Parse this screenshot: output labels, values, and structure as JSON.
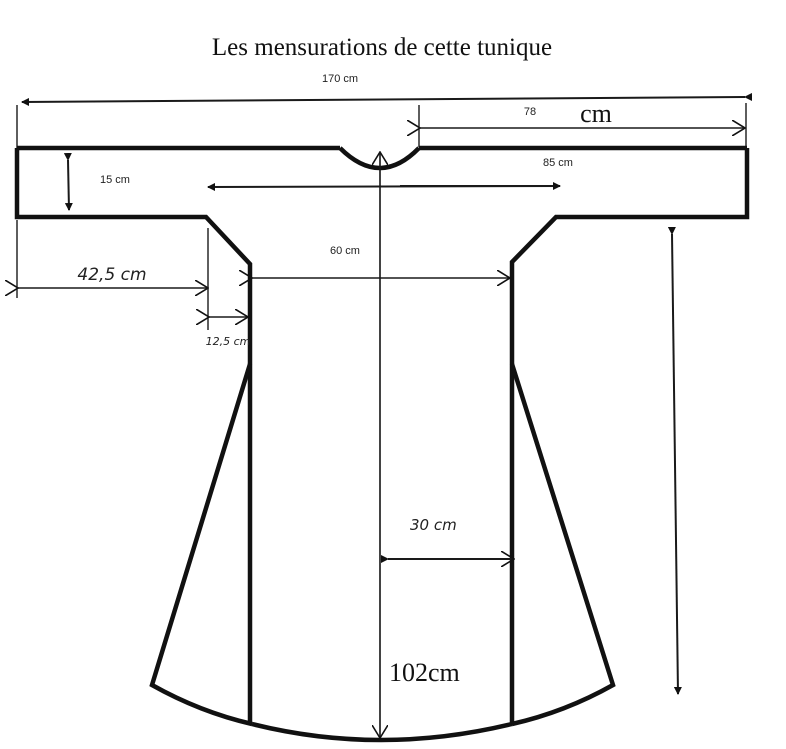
{
  "diagram": {
    "title": "Les mensurations de cette tunique",
    "type": "sewing-pattern",
    "subject": "tunic",
    "measurements": {
      "total_width": "170 cm",
      "half_width_number": "78",
      "half_width_unit": "cm",
      "center_to_sleeve_end": "85 cm",
      "sleeve_height": "15 cm",
      "sleeve_length": "42,5 cm",
      "gusset_width": "12,5 cm",
      "body_width": "60 cm",
      "gore_width": "30 cm",
      "total_length": "102cm"
    },
    "stroke_color": "#111111",
    "background_color": "#ffffff"
  }
}
